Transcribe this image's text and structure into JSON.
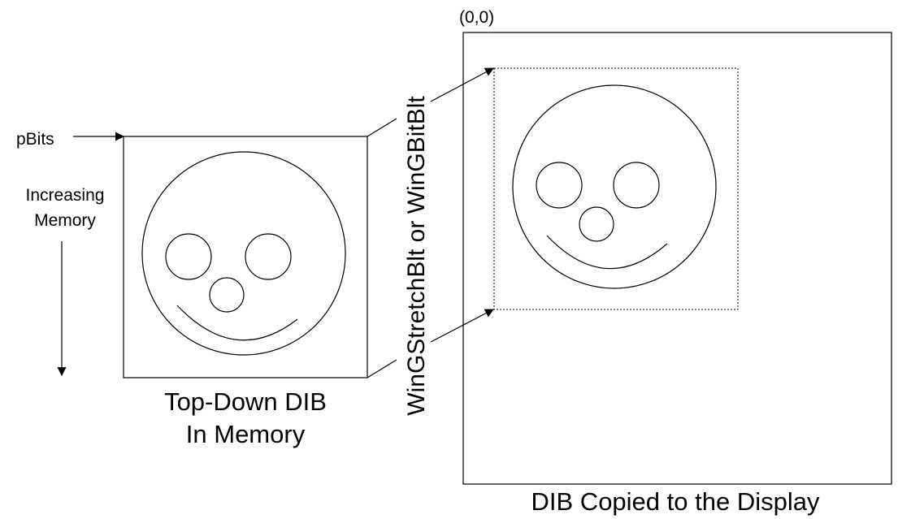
{
  "labels": {
    "origin": "(0,0)",
    "pbits": "pBits",
    "increasing_line1": "Increasing",
    "increasing_line2": "Memory",
    "blit_functions": "WinGStretchBlt or WinGBitBlt",
    "dib_caption_line1": "Top-Down DIB",
    "dib_caption_line2": "In Memory",
    "display_caption": "DIB Copied to the Display"
  }
}
